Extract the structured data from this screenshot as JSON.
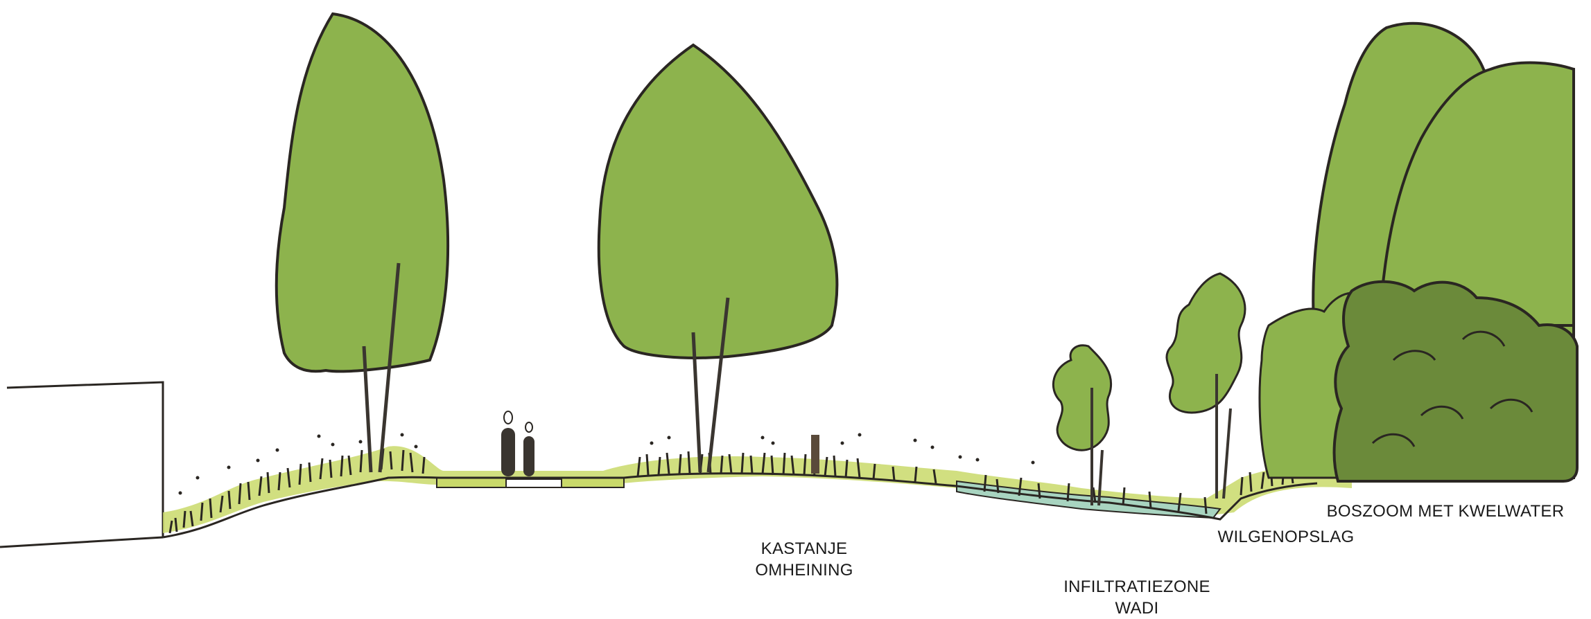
{
  "labels": {
    "kastanje": [
      "KASTANJE",
      "OMHEINING"
    ],
    "infiltratie": [
      "INFILTRATIEZONE",
      "WADI"
    ],
    "wilgen": [
      "WILGENOPSLAG"
    ],
    "boszoom": [
      "BOSZOOM MET KWELWATER"
    ]
  },
  "colors": {
    "tree_green": "#8db34d",
    "tree_dark": "#6b8a3a",
    "grass_yellow": "#c9d96a",
    "water": "#a8d4c0",
    "outline": "#2a2622",
    "background": "#ffffff"
  }
}
